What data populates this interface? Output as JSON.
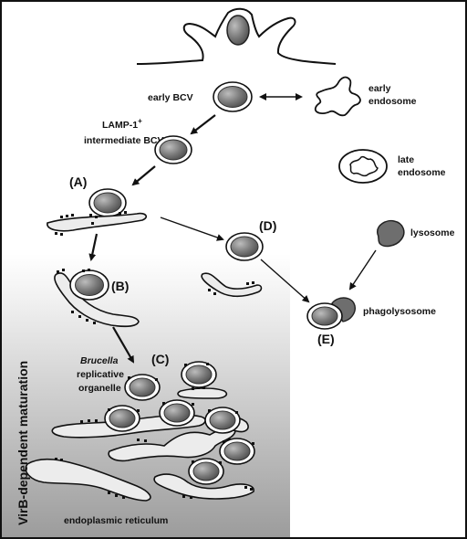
{
  "labels": {
    "early_bcv": "early BCV",
    "early_endosome_1": "early",
    "early_endosome_2": "endosome",
    "lamp1_1": "LAMP-1",
    "lamp1_sup": "+",
    "lamp1_2": "intermediate BCV",
    "late_endosome_1": "late",
    "late_endosome_2": "endosome",
    "lysosome": "lysosome",
    "phagolysosome": "phagolysosome",
    "brucella_italic": "Brucella",
    "replicative": "replicative",
    "organelle": "organelle",
    "endoplasmic_reticulum": "endoplasmic reticulum",
    "virb": "VirB-dependent maturation"
  },
  "stages": {
    "a": "(A)",
    "b": "(B)",
    "c": "(C)",
    "d": "(D)",
    "e": "(E)"
  },
  "colors": {
    "bacterium_fill": "#7a7a7a",
    "lysosome_fill": "#6e6e6e",
    "er_fill": "#ececec",
    "gradient_top": "#ffffff",
    "gradient_bottom": "#9c9c9c"
  }
}
